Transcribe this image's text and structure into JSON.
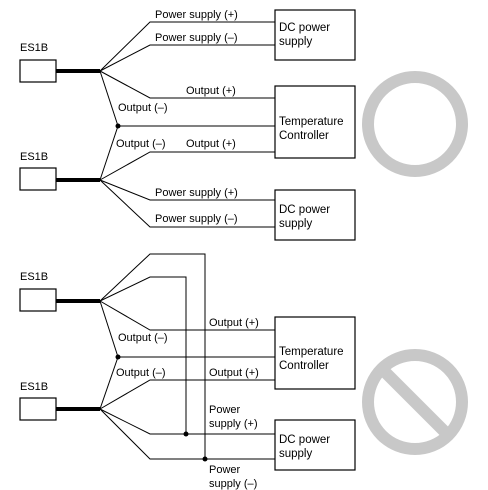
{
  "diagram": {
    "top": {
      "sensor1_label": "ES1B",
      "sensor2_label": "ES1B",
      "ps_plus_1": "Power supply (+)",
      "ps_minus_1": "Power supply (–)",
      "out_plus_1": "Output (+)",
      "out_minus_1": "Output (–)",
      "out_minus_2": "Output (–)",
      "out_plus_2": "Output (+)",
      "ps_plus_2": "Power supply (+)",
      "ps_minus_2": "Power supply (–)",
      "dc_box_1": [
        "DC power",
        "supply"
      ],
      "temp_box": [
        "Temperature",
        "Controller"
      ],
      "dc_box_2": [
        "DC power",
        "supply"
      ],
      "verdict_icon": "ok-circle-icon"
    },
    "bottom": {
      "sensor1_label": "ES1B",
      "sensor2_label": "ES1B",
      "out_minus_1": "Output (–)",
      "out_plus_1": "Output (+)",
      "out_minus_2": "Output (–)",
      "out_plus_2": "Output (+)",
      "ps_plus": [
        "Power",
        "supply (+)"
      ],
      "ps_minus": [
        "Power",
        "supply (–)"
      ],
      "temp_box": [
        "Temperature",
        "Controller"
      ],
      "dc_box": [
        "DC power",
        "supply"
      ],
      "verdict_icon": "prohibited-icon"
    }
  }
}
